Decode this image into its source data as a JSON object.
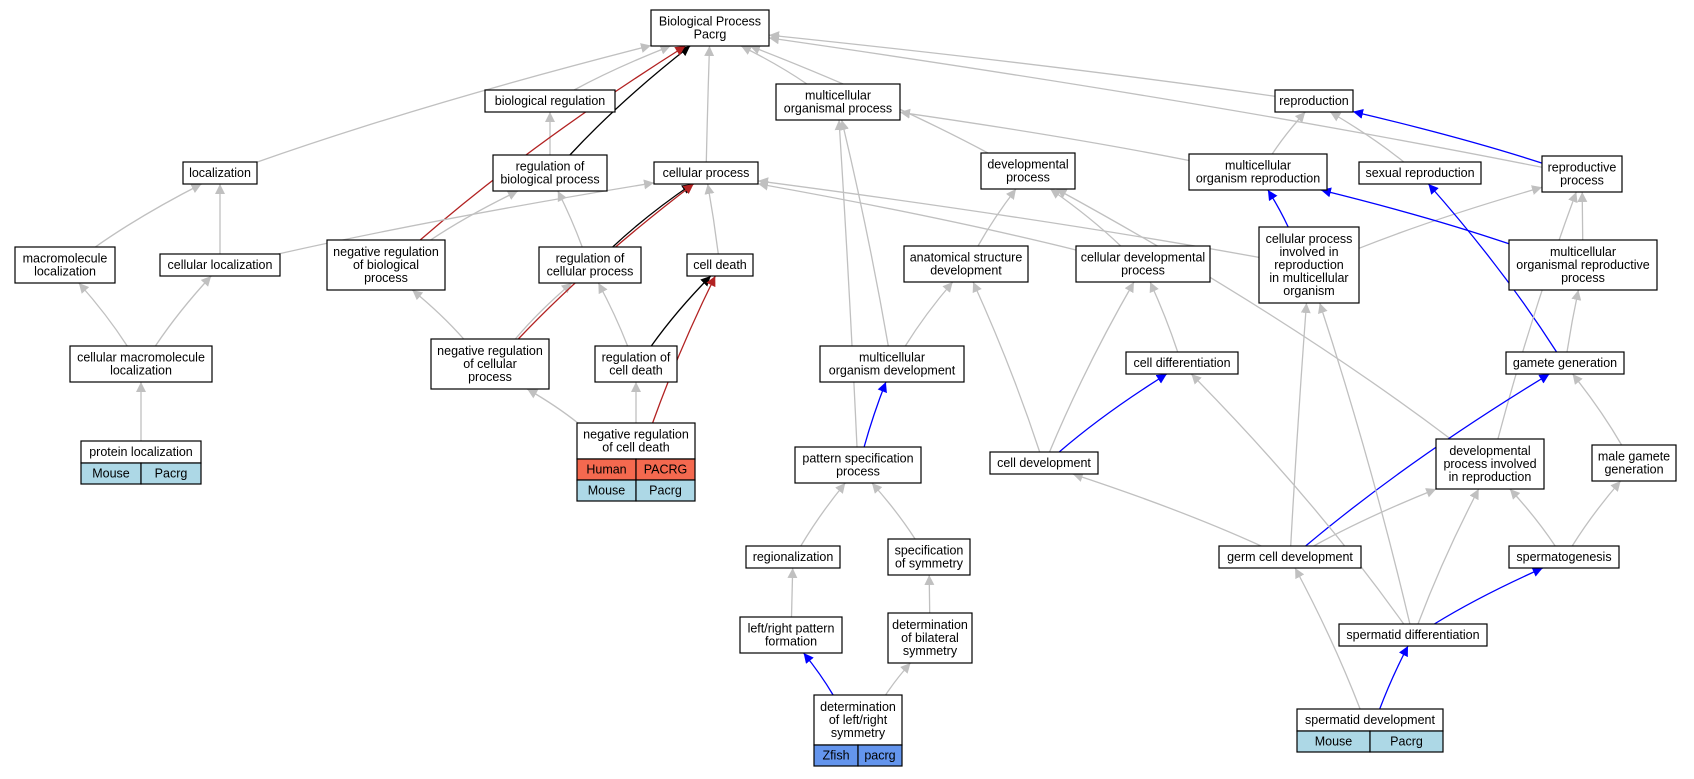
{
  "colors": {
    "edge_default": "#c0c0c0",
    "edge_black": "#000000",
    "edge_red": "#b22222",
    "edge_blue": "#0000ff",
    "mouse_cell": "#add8e6",
    "human_cell": "#f4694f",
    "zfish_cell": "#6495ed"
  },
  "nodes": [
    {
      "id": "bp",
      "lines": [
        "Biological Process",
        "Pacrg"
      ]
    },
    {
      "id": "biological-regulation",
      "lines": [
        "biological regulation"
      ]
    },
    {
      "id": "multicellular-organismal-process",
      "lines": [
        "multicellular",
        "organismal process"
      ]
    },
    {
      "id": "reproduction",
      "lines": [
        "reproduction"
      ]
    },
    {
      "id": "localization",
      "lines": [
        "localization"
      ]
    },
    {
      "id": "regulation-of-biological-process",
      "lines": [
        "regulation of",
        "biological process"
      ]
    },
    {
      "id": "cellular-process",
      "lines": [
        "cellular process"
      ]
    },
    {
      "id": "developmental-process",
      "lines": [
        "developmental",
        "process"
      ]
    },
    {
      "id": "multicellular-organism-reproduction",
      "lines": [
        "multicellular",
        "organism reproduction"
      ]
    },
    {
      "id": "sexual-reproduction",
      "lines": [
        "sexual reproduction"
      ]
    },
    {
      "id": "reproductive-process",
      "lines": [
        "reproductive",
        "process"
      ]
    },
    {
      "id": "macromolecule-localization",
      "lines": [
        "macromolecule",
        "localization"
      ]
    },
    {
      "id": "cellular-localization",
      "lines": [
        "cellular localization"
      ]
    },
    {
      "id": "negative-regulation-of-biological-process",
      "lines": [
        "negative regulation",
        "of biological",
        "process"
      ]
    },
    {
      "id": "regulation-of-cellular-process",
      "lines": [
        "regulation of",
        "cellular process"
      ]
    },
    {
      "id": "cell-death",
      "lines": [
        "cell death"
      ]
    },
    {
      "id": "anatomical-structure-development",
      "lines": [
        "anatomical structure",
        "development"
      ]
    },
    {
      "id": "cellular-developmental-process",
      "lines": [
        "cellular developmental",
        "process"
      ]
    },
    {
      "id": "cellular-process-involved-in-reproduction",
      "lines": [
        "cellular process",
        "involved in",
        "reproduction",
        "in multicellular",
        "organism"
      ]
    },
    {
      "id": "multicellular-organismal-reproductive-process",
      "lines": [
        "multicellular",
        "organismal reproductive",
        "process"
      ]
    },
    {
      "id": "cellular-macromolecule-localization",
      "lines": [
        "cellular macromolecule",
        "localization"
      ]
    },
    {
      "id": "negative-regulation-of-cellular-process",
      "lines": [
        "negative regulation",
        "of cellular",
        "process"
      ]
    },
    {
      "id": "regulation-of-cell-death",
      "lines": [
        "regulation of",
        "cell death"
      ]
    },
    {
      "id": "multicellular-organism-development",
      "lines": [
        "multicellular",
        "organism development"
      ]
    },
    {
      "id": "cell-differentiation",
      "lines": [
        "cell differentiation"
      ]
    },
    {
      "id": "gamete-generation",
      "lines": [
        "gamete generation"
      ]
    },
    {
      "id": "protein-localization",
      "lines": [
        "protein localization"
      ],
      "cells": [
        [
          {
            "text": "Mouse",
            "color": "mouse"
          },
          {
            "text": "Pacrg",
            "color": "mouse"
          }
        ]
      ]
    },
    {
      "id": "negative-regulation-of-cell-death",
      "lines": [
        "negative regulation",
        "of cell death"
      ],
      "cells": [
        [
          {
            "text": "Human",
            "color": "human"
          },
          {
            "text": "PACRG",
            "color": "human"
          }
        ],
        [
          {
            "text": "Mouse",
            "color": "mouse"
          },
          {
            "text": "Pacrg",
            "color": "mouse"
          }
        ]
      ]
    },
    {
      "id": "pattern-specification-process",
      "lines": [
        "pattern specification",
        "process"
      ]
    },
    {
      "id": "cell-development",
      "lines": [
        "cell development"
      ]
    },
    {
      "id": "developmental-process-involved-in-reproduction",
      "lines": [
        "developmental",
        "process involved",
        "in reproduction"
      ]
    },
    {
      "id": "male-gamete-generation",
      "lines": [
        "male gamete",
        "generation"
      ]
    },
    {
      "id": "regionalization",
      "lines": [
        "regionalization"
      ]
    },
    {
      "id": "specification-of-symmetry",
      "lines": [
        "specification",
        "of symmetry"
      ]
    },
    {
      "id": "germ-cell-development",
      "lines": [
        "germ cell development"
      ]
    },
    {
      "id": "spermatogenesis",
      "lines": [
        "spermatogenesis"
      ]
    },
    {
      "id": "left-right-pattern-formation",
      "lines": [
        "left/right pattern",
        "formation"
      ]
    },
    {
      "id": "determination-of-bilateral-symmetry",
      "lines": [
        "determination",
        "of bilateral",
        "symmetry"
      ]
    },
    {
      "id": "spermatid-differentiation",
      "lines": [
        "spermatid differentiation"
      ]
    },
    {
      "id": "determination-of-left-right-symmetry",
      "lines": [
        "determination",
        "of left/right",
        "symmetry"
      ],
      "cells": [
        [
          {
            "text": "Zfish",
            "color": "zfish"
          },
          {
            "text": "pacrg",
            "color": "zfish"
          }
        ]
      ]
    },
    {
      "id": "spermatid-development",
      "lines": [
        "spermatid development"
      ],
      "cells": [
        [
          {
            "text": "Mouse",
            "color": "mouse"
          },
          {
            "text": "Pacrg",
            "color": "mouse"
          }
        ]
      ]
    }
  ],
  "edges": [
    {
      "from": "biological-regulation",
      "to": "bp",
      "color": "default"
    },
    {
      "from": "multicellular-organismal-process",
      "to": "bp",
      "color": "default"
    },
    {
      "from": "reproduction",
      "to": "bp",
      "color": "default"
    },
    {
      "from": "localization",
      "to": "bp",
      "color": "default"
    },
    {
      "from": "regulation-of-biological-process",
      "to": "bp",
      "color": "black"
    },
    {
      "from": "regulation-of-biological-process",
      "to": "biological-regulation",
      "color": "default"
    },
    {
      "from": "cellular-process",
      "to": "bp",
      "color": "default"
    },
    {
      "from": "developmental-process",
      "to": "bp",
      "color": "default"
    },
    {
      "from": "reproductive-process",
      "to": "bp",
      "color": "default"
    },
    {
      "from": "negative-regulation-of-biological-process",
      "to": "bp",
      "color": "red"
    },
    {
      "from": "multicellular-organism-reproduction",
      "to": "reproduction",
      "color": "default"
    },
    {
      "from": "multicellular-organism-reproduction",
      "to": "multicellular-organismal-process",
      "color": "default"
    },
    {
      "from": "sexual-reproduction",
      "to": "reproduction",
      "color": "default"
    },
    {
      "from": "reproductive-process",
      "to": "reproduction",
      "color": "blue"
    },
    {
      "from": "macromolecule-localization",
      "to": "localization",
      "color": "default"
    },
    {
      "from": "cellular-localization",
      "to": "localization",
      "color": "default"
    },
    {
      "from": "cellular-localization",
      "to": "cellular-process",
      "color": "default"
    },
    {
      "from": "negative-regulation-of-biological-process",
      "to": "regulation-of-biological-process",
      "color": "default"
    },
    {
      "from": "regulation-of-cellular-process",
      "to": "regulation-of-biological-process",
      "color": "default"
    },
    {
      "from": "regulation-of-cellular-process",
      "to": "cellular-process",
      "color": "black"
    },
    {
      "from": "cell-death",
      "to": "cellular-process",
      "color": "default"
    },
    {
      "from": "anatomical-structure-development",
      "to": "developmental-process",
      "color": "default"
    },
    {
      "from": "cellular-developmental-process",
      "to": "developmental-process",
      "color": "default"
    },
    {
      "from": "cellular-developmental-process",
      "to": "cellular-process",
      "color": "default"
    },
    {
      "from": "cellular-process-involved-in-reproduction",
      "to": "cellular-process",
      "color": "default"
    },
    {
      "from": "cellular-process-involved-in-reproduction",
      "to": "multicellular-organism-reproduction",
      "color": "blue"
    },
    {
      "from": "cellular-process-involved-in-reproduction",
      "to": "reproductive-process",
      "color": "default"
    },
    {
      "from": "multicellular-organismal-reproductive-process",
      "to": "reproductive-process",
      "color": "default"
    },
    {
      "from": "multicellular-organismal-reproductive-process",
      "to": "multicellular-organism-reproduction",
      "color": "blue"
    },
    {
      "from": "cellular-macromolecule-localization",
      "to": "macromolecule-localization",
      "color": "default"
    },
    {
      "from": "cellular-macromolecule-localization",
      "to": "cellular-localization",
      "color": "default"
    },
    {
      "from": "negative-regulation-of-cellular-process",
      "to": "negative-regulation-of-biological-process",
      "color": "default"
    },
    {
      "from": "negative-regulation-of-cellular-process",
      "to": "regulation-of-cellular-process",
      "color": "default"
    },
    {
      "from": "negative-regulation-of-cellular-process",
      "to": "cellular-process",
      "color": "red"
    },
    {
      "from": "regulation-of-cell-death",
      "to": "regulation-of-cellular-process",
      "color": "default"
    },
    {
      "from": "regulation-of-cell-death",
      "to": "cell-death",
      "color": "black"
    },
    {
      "from": "multicellular-organism-development",
      "to": "anatomical-structure-development",
      "color": "default"
    },
    {
      "from": "multicellular-organism-development",
      "to": "multicellular-organismal-process",
      "color": "default"
    },
    {
      "from": "cell-differentiation",
      "to": "cellular-developmental-process",
      "color": "default"
    },
    {
      "from": "gamete-generation",
      "to": "multicellular-organismal-reproductive-process",
      "color": "default"
    },
    {
      "from": "gamete-generation",
      "to": "sexual-reproduction",
      "color": "blue"
    },
    {
      "from": "protein-localization",
      "to": "cellular-macromolecule-localization",
      "color": "default"
    },
    {
      "from": "negative-regulation-of-cell-death",
      "to": "negative-regulation-of-cellular-process",
      "color": "default"
    },
    {
      "from": "negative-regulation-of-cell-death",
      "to": "regulation-of-cell-death",
      "color": "default"
    },
    {
      "from": "negative-regulation-of-cell-death",
      "to": "cell-death",
      "color": "red"
    },
    {
      "from": "pattern-specification-process",
      "to": "multicellular-organismal-process",
      "color": "default"
    },
    {
      "from": "pattern-specification-process",
      "to": "multicellular-organism-development",
      "color": "blue"
    },
    {
      "from": "cell-development",
      "to": "anatomical-structure-development",
      "color": "default"
    },
    {
      "from": "cell-development",
      "to": "cellular-developmental-process",
      "color": "default"
    },
    {
      "from": "cell-development",
      "to": "cell-differentiation",
      "color": "blue"
    },
    {
      "from": "developmental-process-involved-in-reproduction",
      "to": "developmental-process",
      "color": "default"
    },
    {
      "from": "developmental-process-involved-in-reproduction",
      "to": "reproductive-process",
      "color": "default"
    },
    {
      "from": "male-gamete-generation",
      "to": "gamete-generation",
      "color": "default"
    },
    {
      "from": "regionalization",
      "to": "pattern-specification-process",
      "color": "default"
    },
    {
      "from": "specification-of-symmetry",
      "to": "pattern-specification-process",
      "color": "default"
    },
    {
      "from": "germ-cell-development",
      "to": "cell-development",
      "color": "default"
    },
    {
      "from": "germ-cell-development",
      "to": "cellular-process-involved-in-reproduction",
      "color": "default"
    },
    {
      "from": "germ-cell-development",
      "to": "developmental-process-involved-in-reproduction",
      "color": "default"
    },
    {
      "from": "germ-cell-development",
      "to": "gamete-generation",
      "color": "blue"
    },
    {
      "from": "spermatogenesis",
      "to": "developmental-process-involved-in-reproduction",
      "color": "default"
    },
    {
      "from": "spermatogenesis",
      "to": "male-gamete-generation",
      "color": "default"
    },
    {
      "from": "left-right-pattern-formation",
      "to": "regionalization",
      "color": "default"
    },
    {
      "from": "determination-of-bilateral-symmetry",
      "to": "specification-of-symmetry",
      "color": "default"
    },
    {
      "from": "spermatid-differentiation",
      "to": "cell-differentiation",
      "color": "default"
    },
    {
      "from": "spermatid-differentiation",
      "to": "cellular-process-involved-in-reproduction",
      "color": "default"
    },
    {
      "from": "spermatid-differentiation",
      "to": "developmental-process-involved-in-reproduction",
      "color": "default"
    },
    {
      "from": "spermatid-differentiation",
      "to": "spermatogenesis",
      "color": "blue"
    },
    {
      "from": "determination-of-left-right-symmetry",
      "to": "left-right-pattern-formation",
      "color": "blue"
    },
    {
      "from": "determination-of-left-right-symmetry",
      "to": "determination-of-bilateral-symmetry",
      "color": "default"
    },
    {
      "from": "spermatid-development",
      "to": "germ-cell-development",
      "color": "default"
    },
    {
      "from": "spermatid-development",
      "to": "spermatid-differentiation",
      "color": "blue"
    }
  ]
}
